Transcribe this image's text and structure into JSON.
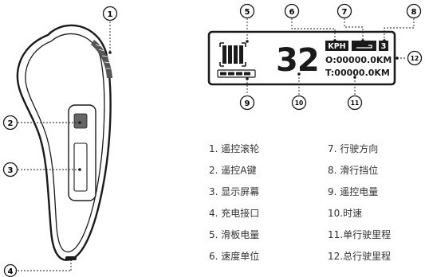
{
  "callouts": [
    "1",
    "2",
    "3",
    "4",
    "5",
    "6",
    "7",
    "8",
    "9",
    "10",
    "11",
    "12"
  ],
  "display": {
    "speed_unit": "KPH",
    "gear": "3",
    "speed": "32",
    "odometer": "O:00000.0KM",
    "trip": "T:00000.0KM"
  },
  "legend": {
    "left": [
      "1. 遥控滚轮",
      "2. 遥控A键",
      "3. 显示屏幕",
      "4. 充电接口",
      "5. 滑板电量",
      "6. 速度单位"
    ],
    "right": [
      "7. 行驶方向",
      "8. 滑行挡位",
      "9. 遥控电量",
      "10.时速",
      "11.单行驶里程",
      "12.总行驶里程"
    ]
  },
  "colors": {
    "line": "#1a1a1a",
    "wheel": "#555555",
    "button": "#666666"
  }
}
